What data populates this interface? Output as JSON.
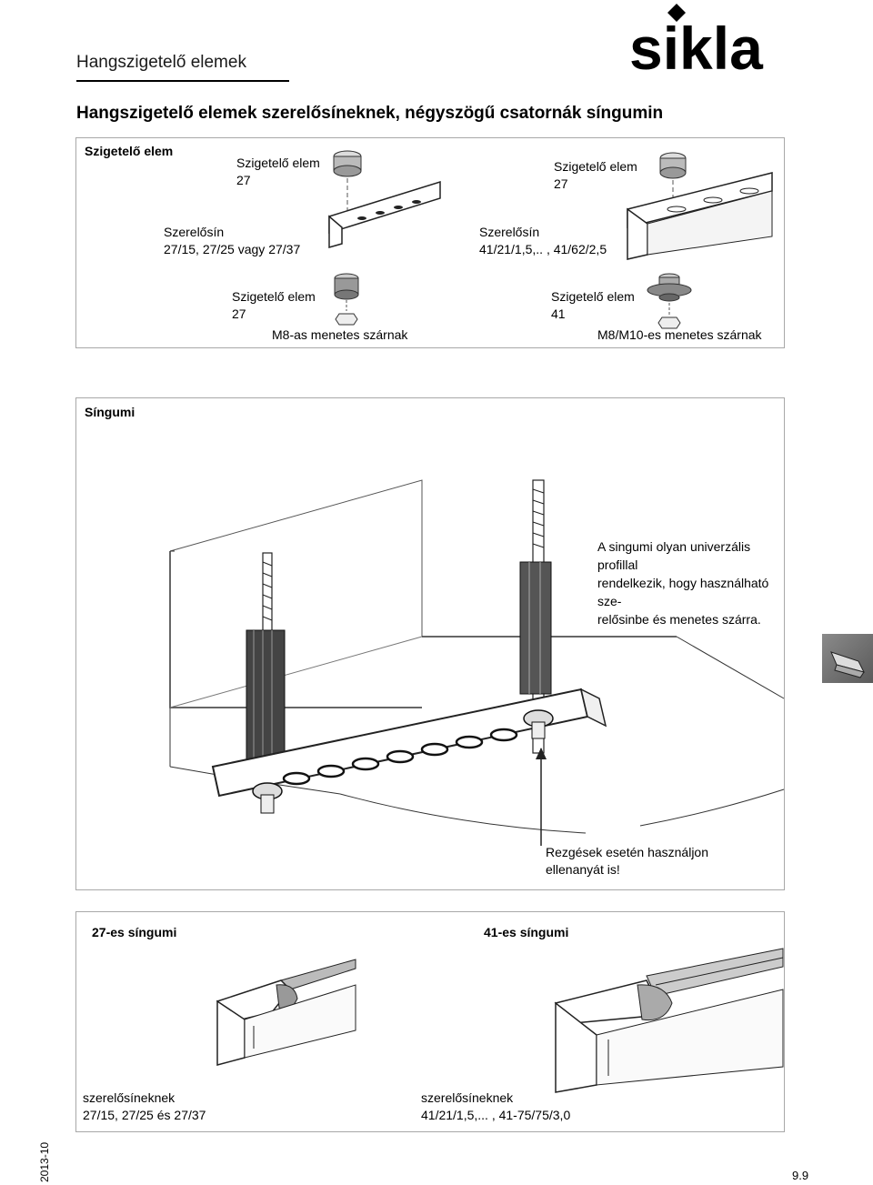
{
  "header": {
    "title": "Hangszigetelő elemek",
    "logo_text": "sikla"
  },
  "section_title": "Hangszigetelő elemek szerelősíneknek, négyszögű csatornák síngumin",
  "box1": {
    "heading": "Szigetelő elem",
    "left_element": "Szigetelő elem\n27",
    "left_rail": "Szerelősín\n27/15, 27/25 vagy 27/37",
    "right_element": "Szigetelő elem\n27",
    "right_rail": "Szerelősín\n41/21/1,5,.. , 41/62/2,5",
    "bottom_left_element": "Szigetelő elem\n27",
    "bottom_left_rod": "M8-as menetes szárnak",
    "bottom_right_element": "Szigetelő elem\n41",
    "bottom_right_rod": "M8/M10-es menetes szárnak"
  },
  "box2": {
    "heading": "Síngumi",
    "description": "A singumi olyan univerzális profillal\nrendelkezik, hogy használható sze-\nrelősinbe és menetes szárra.",
    "note": "Rezgések esetén használjon\nellenanyát is!"
  },
  "box3": {
    "left_heading": "27-es síngumi",
    "right_heading": "41-es síngumi",
    "left_caption": "szerelősíneknek\n27/15, 27/25 és 27/37",
    "right_caption": "szerelősíneknek\n41/21/1,5,... , 41-75/75/3,0"
  },
  "footer": {
    "date": "2013-10",
    "page": "9.9"
  }
}
